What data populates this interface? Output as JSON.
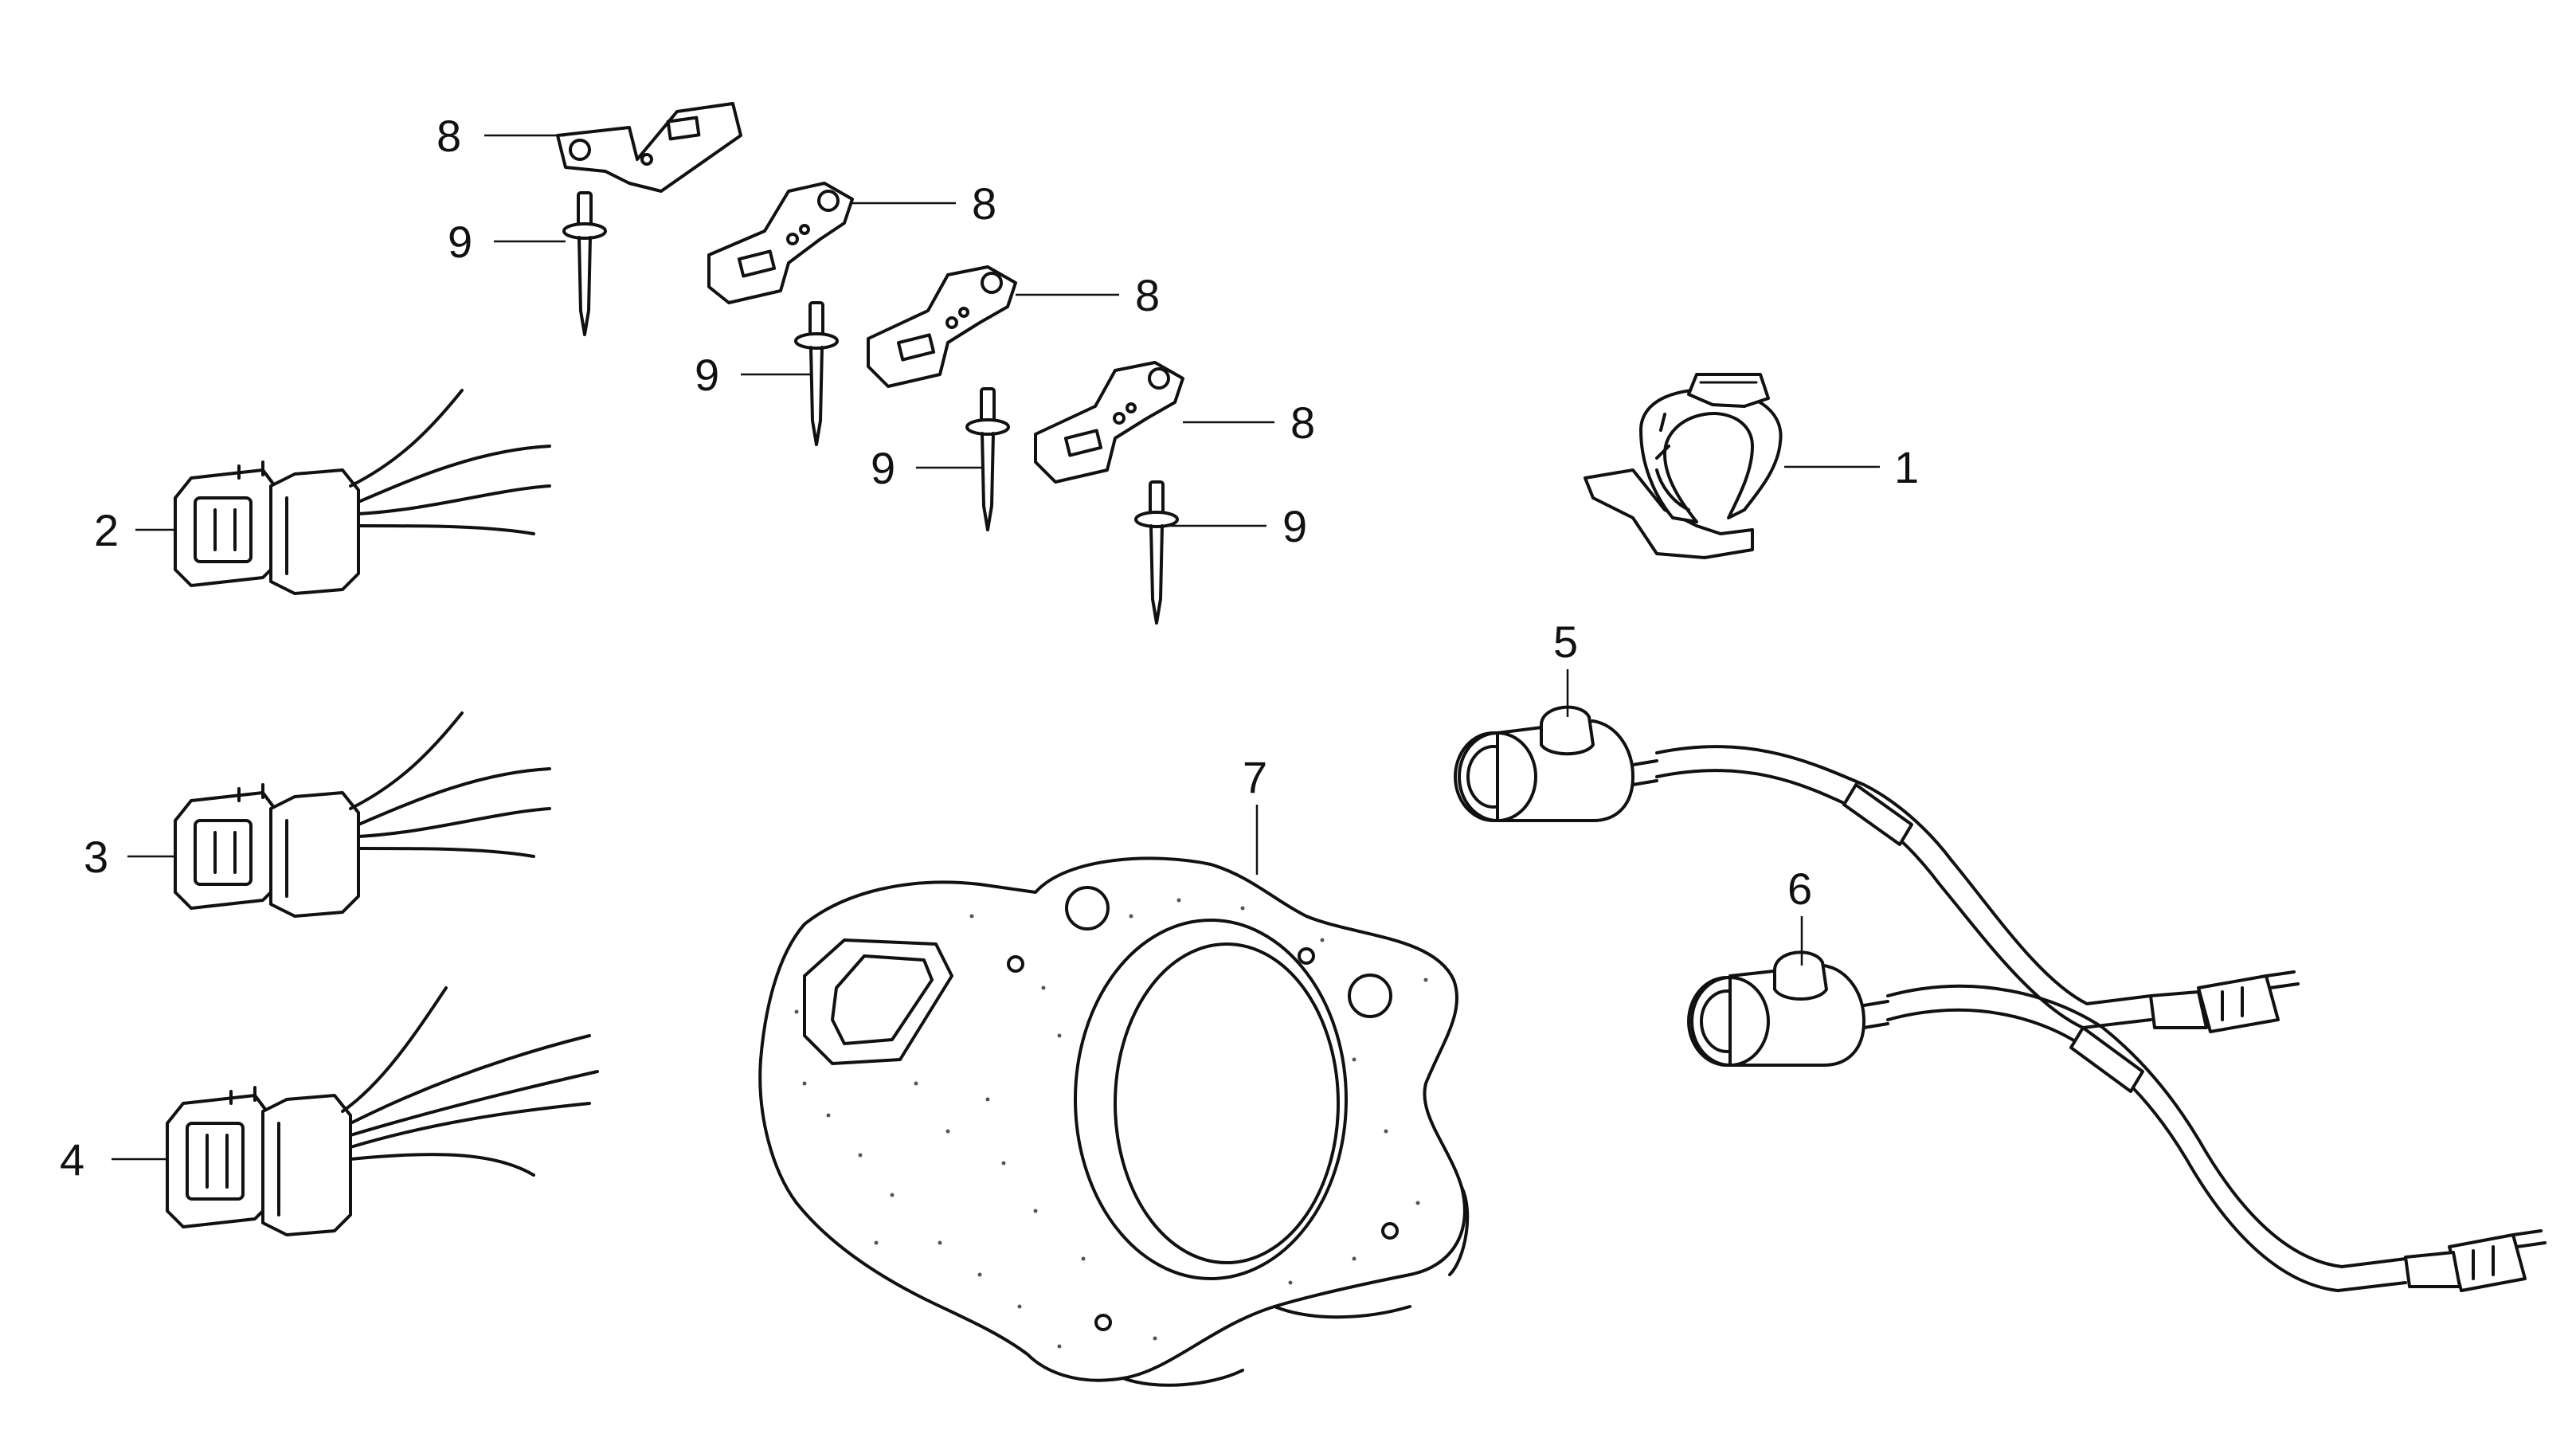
{
  "callouts": [
    {
      "id": "c1",
      "label": "1"
    },
    {
      "id": "c2",
      "label": "2"
    },
    {
      "id": "c3",
      "label": "3"
    },
    {
      "id": "c4",
      "label": "4"
    },
    {
      "id": "c5",
      "label": "5"
    },
    {
      "id": "c6",
      "label": "6"
    },
    {
      "id": "c7",
      "label": "7"
    },
    {
      "id": "c8a",
      "label": "8"
    },
    {
      "id": "c8b",
      "label": "8"
    },
    {
      "id": "c8c",
      "label": "8"
    },
    {
      "id": "c8d",
      "label": "8"
    },
    {
      "id": "c9a",
      "label": "9"
    },
    {
      "id": "c9b",
      "label": "9"
    },
    {
      "id": "c9c",
      "label": "9"
    },
    {
      "id": "c9d",
      "label": "9"
    }
  ],
  "colors": {
    "line": "#111111",
    "background": "#ffffff"
  }
}
